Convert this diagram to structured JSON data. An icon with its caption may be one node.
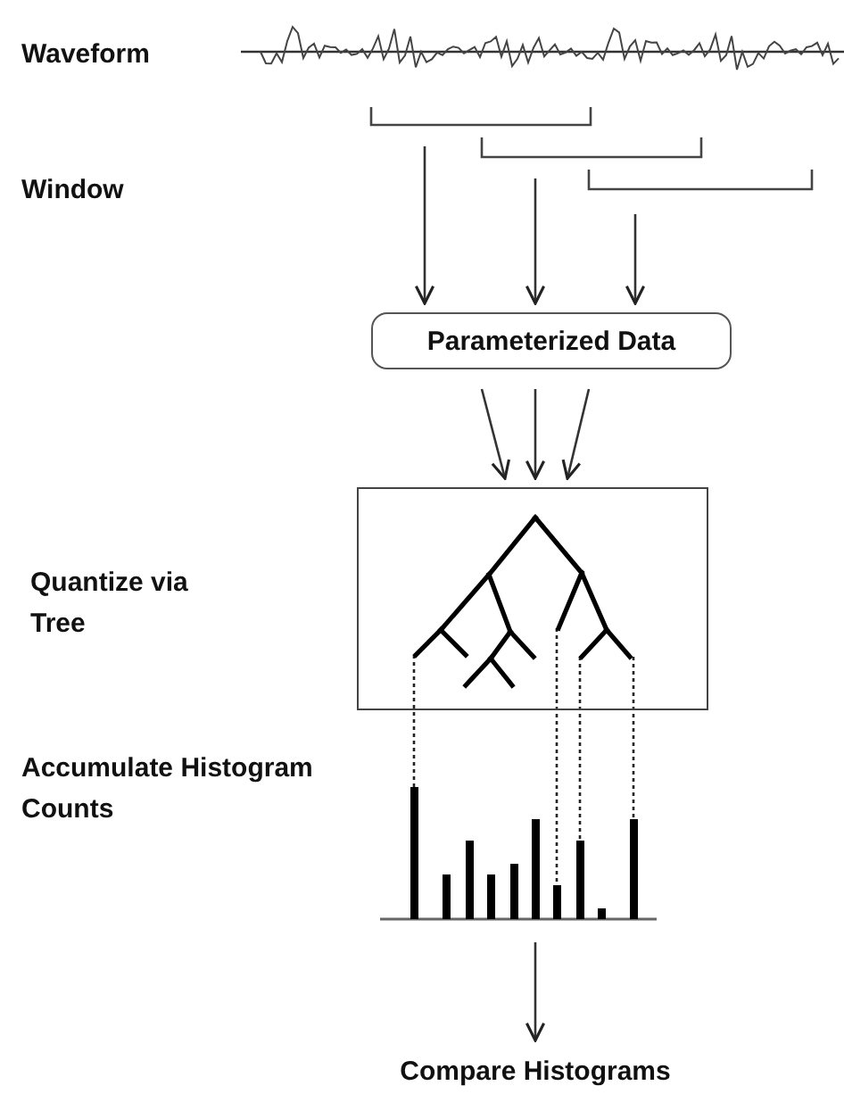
{
  "diagram": {
    "nodes": [
      {
        "text": [
          "Parameterized Data"
        ]
      },
      {
        "text": [],
        "shape": "box"
      },
      {
        "text": [],
        "shape": "picture"
      },
      {
        "text": [
          "Compare Histograms"
        ]
      }
    ],
    "edges": [
      {
        "from": null,
        "to": 0,
        "arrow": "to"
      },
      {
        "from": null,
        "to": 0,
        "arrow": "to"
      },
      {
        "from": null,
        "to": 0,
        "arrow": "to"
      },
      {
        "from": 0,
        "to": 1,
        "arrow": "to"
      },
      {
        "from": 0,
        "to": 1,
        "arrow": "to"
      },
      {
        "from": 0,
        "to": 1,
        "arrow": "to"
      },
      {
        "from": 1,
        "to": 2,
        "arrow": "none",
        "style": "dashed"
      },
      {
        "from": 1,
        "to": 2,
        "arrow": "none",
        "style": "dashed"
      },
      {
        "from": 1,
        "to": 2,
        "arrow": "none",
        "style": "dashed"
      },
      {
        "from": 1,
        "to": 2,
        "arrow": "none",
        "style": "dashed"
      },
      {
        "from": 2,
        "to": 3,
        "arrow": "to"
      }
    ],
    "labels": [
      "Waveform",
      "Window",
      "Quantize via Tree",
      "Accumulate Histogram Counts"
    ]
  }
}
